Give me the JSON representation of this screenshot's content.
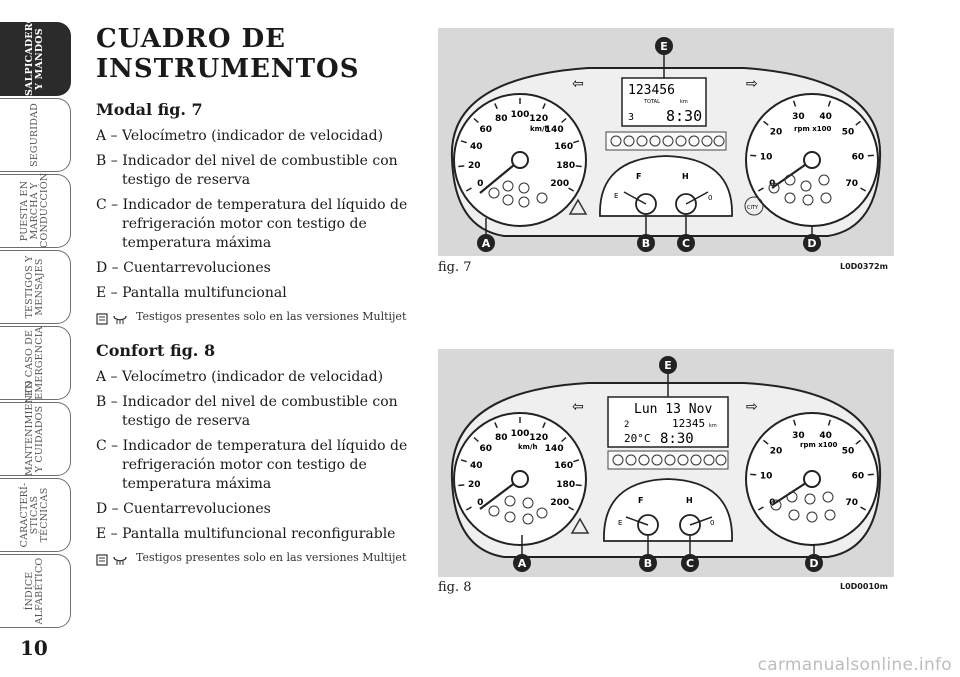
{
  "sidebar": {
    "tabs": [
      {
        "label": "SALPICADERO\nY MANDOS",
        "active": true
      },
      {
        "label": "SEGURIDAD",
        "active": false
      },
      {
        "label": "PUESTA EN\nMARCHA Y\nCONDUCCIÓN",
        "active": false
      },
      {
        "label": "TESTIGOS Y\nMENSAJES",
        "active": false
      },
      {
        "label": "EN CASO DE\nEMERGENCIA",
        "active": false
      },
      {
        "label": "MANTENIMIENTO\nY CUIDADOS",
        "active": false
      },
      {
        "label": "CARACTERÍ-\nSTICAS\nTÉCNICAS",
        "active": false
      },
      {
        "label": "ÍNDICE\nALFABÉTICO",
        "active": false
      }
    ]
  },
  "page": {
    "number": "10",
    "title_line1": "CUADRO DE",
    "title_line2": "INSTRUMENTOS",
    "footer_url": "carmanualsonline.info"
  },
  "modal": {
    "heading": "Modal fig. 7",
    "items": [
      "A – Velocímetro (indicador de velocidad)",
      "B – Indicador del nivel de combustible con testigo de reserva",
      "C – Indicador de temperatura del líquido de refrigeración motor con testigo de temperatura máxima",
      "D – Cuentarrevoluciones",
      "E – Pantalla multifuncional"
    ],
    "note": "Testigos presentes solo en las versiones Multijet"
  },
  "confort": {
    "heading": "Confort fig. 8",
    "items": [
      "A – Velocímetro (indicador de velocidad)",
      "B – Indicador del nivel de combustible con testigo de reserva",
      "C – Indicador de temperatura del líquido de refrigeración motor con testigo de temperatura máxima",
      "D – Cuentarrevoluciones",
      "E – Pantalla multifuncional reconfigurable"
    ],
    "note": "Testigos presentes solo en las versiones Multijet"
  },
  "fig7": {
    "caption": "fig. 7",
    "code": "L0D0372m",
    "display_odometer": "123456",
    "display_total": "TOTAL",
    "display_km": "km",
    "display_level": "3",
    "display_time": "8:30",
    "speed_unit": "km/h",
    "rpm_unit": "rpm x100",
    "city": "CITY",
    "fuel_full": "F",
    "fuel_empty": "E",
    "temp_high": "H",
    "temp_low": "0",
    "labels": {
      "a": "A",
      "b": "B",
      "c": "C",
      "d": "D",
      "e": "E"
    }
  },
  "fig8": {
    "caption": "fig. 8",
    "code": "L0D0010m",
    "display_date": "Lun 13 Nov",
    "display_level": "2",
    "display_odometer": "12345",
    "display_km": "km",
    "display_temp": "20°C",
    "display_time": "8:30",
    "speed_unit": "km/h",
    "rpm_unit": "rpm x100",
    "fuel_full": "F",
    "fuel_empty": "E",
    "temp_high": "H",
    "temp_low": "0",
    "labels": {
      "a": "A",
      "b": "B",
      "c": "C",
      "d": "D",
      "e": "E"
    }
  },
  "speed_ticks": [
    "0",
    "20",
    "40",
    "60",
    "80",
    "100",
    "120",
    "140",
    "160",
    "180",
    "200"
  ],
  "rpm_ticks": [
    "0",
    "10",
    "20",
    "30",
    "40",
    "50",
    "60",
    "70"
  ]
}
